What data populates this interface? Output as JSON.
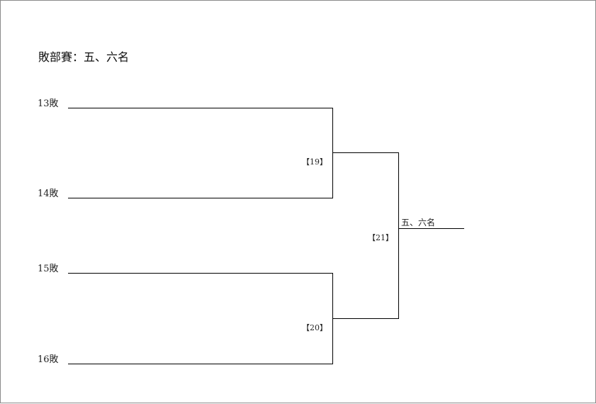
{
  "title": "敗部賽：五、六名",
  "entries": [
    "13敗",
    "14敗",
    "15敗",
    "16敗"
  ],
  "matches": [
    "【19】",
    "【20】",
    "【21】"
  ],
  "final_result": "五、六名"
}
